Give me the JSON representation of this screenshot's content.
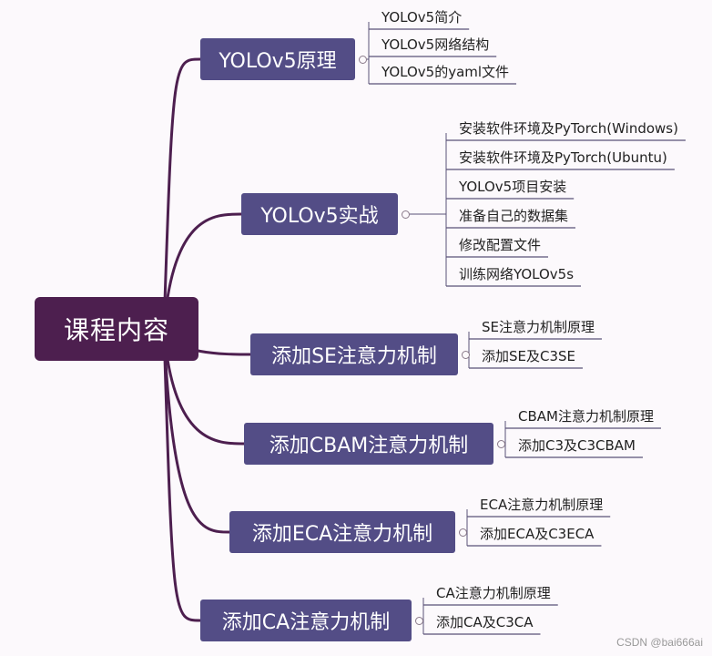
{
  "diagram": {
    "root": "课程内容",
    "branches": [
      {
        "label": "YOLOv5原理",
        "children": [
          "YOLOv5简介",
          "YOLOv5网络结构",
          "YOLOv5的yaml文件"
        ]
      },
      {
        "label": "YOLOv5实战",
        "children": [
          "安装软件环境及PyTorch(Windows)",
          "安装软件环境及PyTorch(Ubuntu)",
          "YOLOv5项目安装",
          "准备自己的数据集",
          "修改配置文件",
          "训练网络YOLOv5s"
        ]
      },
      {
        "label": "添加SE注意力机制",
        "children": [
          "SE注意力机制原理",
          "添加SE及C3SE"
        ]
      },
      {
        "label": "添加CBAM注意力机制",
        "children": [
          "CBAM注意力机制原理",
          "添加C3及C3CBAM"
        ]
      },
      {
        "label": "添加ECA注意力机制",
        "children": [
          "ECA注意力机制原理",
          "添加ECA及C3ECA"
        ]
      },
      {
        "label": "添加CA注意力机制",
        "children": [
          "CA注意力机制原理",
          "添加CA及C3CA"
        ]
      }
    ]
  },
  "colors": {
    "root": "#4d1f4f",
    "branch": "#534d86",
    "connector": "#4d1f4f",
    "leaf_line": "#5a5277"
  },
  "watermark": "CSDN @bai666ai"
}
